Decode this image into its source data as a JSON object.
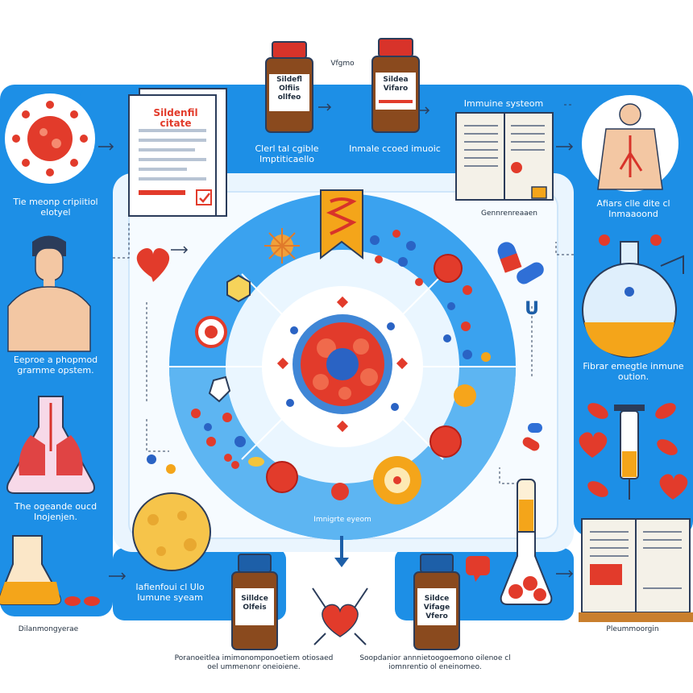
{
  "colors": {
    "panel_blue": "#1d8fe6",
    "light_blue": "#e4f2fd",
    "ring_blue": "#3aa2ef",
    "bottle_brown": "#8a4a1e",
    "cap_red": "#d8332a",
    "cap_blue": "#1d5fa8",
    "accent_red": "#e2332b",
    "accent_orange": "#f6a51b"
  },
  "labels": {
    "document_title": "Sildenfil citate",
    "bottle_top_left": "Sildefl Olfiis ollfeo",
    "bottle_top_right": "Sildea Vifaro",
    "top_mid_caption": "Vfgmo",
    "caption_bottle_left": "Clerl tal cgible Imptiticaello",
    "caption_bottle_right": "Inmale ccoed imuoic",
    "immune_system_top": "Immuine systeom",
    "book_caption": "Gennrenreaaen",
    "right_top_caption": "Afiars clle dite cl Inmaaoond",
    "left_top_caption": "Tie meonp cripiitiol elotyel",
    "left_mid_caption": "Eeproe a phopmod grarnme opstem.",
    "left_lung_caption": "The ogeande oucd Inojenjen.",
    "left_bottom_caption": "Dilanmongyerae",
    "right_mid_caption": "Fibrar emegtle inmune oution.",
    "center_bottom_caption": "Imnigrte eyeom",
    "bottom_left_caption": "Iafienfoui cl Ulo Iumune syeam",
    "bottle_bottom_left": "Silldce Olfeis",
    "bottle_bottom_right": "Sildce Vifage Vfero",
    "bottom_center_caption_1": "Poranoeitlea imimonomponoetiem otiosaed oel ummenonr oneioiene.",
    "bottom_center_caption_2": "Soopdanior annnietoogoemono oilenoe cl iomnrentio ol eneinomeo.",
    "bottom_right_caption": "Pleummoorgin",
    "center_u": "U"
  }
}
